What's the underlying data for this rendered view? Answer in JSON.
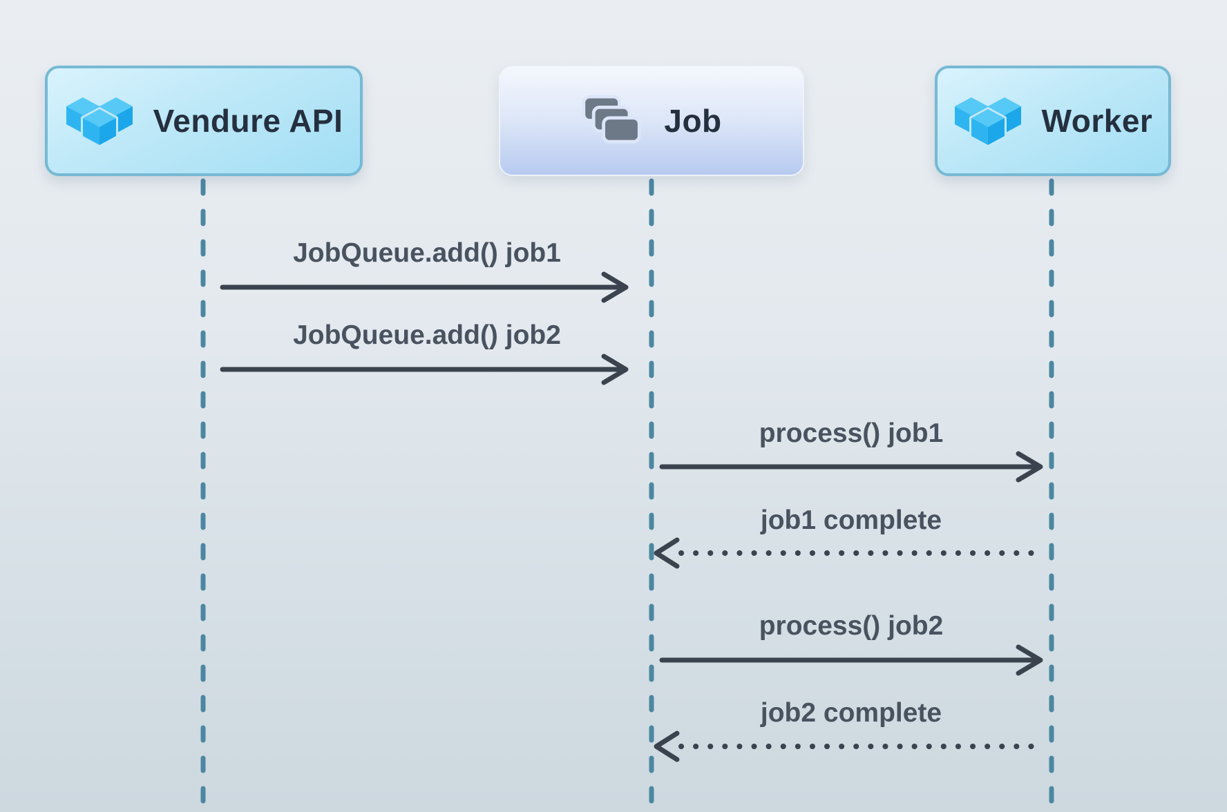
{
  "diagram": {
    "type": "sequence-diagram",
    "actors": [
      {
        "id": "vendure-api",
        "label": "Vendure API",
        "icon": "vendure-cubes-icon"
      },
      {
        "id": "job",
        "label": "Job",
        "icon": "stacked-cards-icon"
      },
      {
        "id": "worker",
        "label": "Worker",
        "icon": "vendure-cubes-icon"
      }
    ],
    "messages": [
      {
        "from": "Vendure API",
        "to": "Job",
        "label": "JobQueue.add() job1",
        "line": "solid"
      },
      {
        "from": "Vendure API",
        "to": "Job",
        "label": "JobQueue.add() job2",
        "line": "solid"
      },
      {
        "from": "Job",
        "to": "Worker",
        "label": "process() job1",
        "line": "solid"
      },
      {
        "from": "Worker",
        "to": "Job",
        "label": "job1 complete",
        "line": "dotted"
      },
      {
        "from": "Job",
        "to": "Worker",
        "label": "process() job2",
        "line": "solid"
      },
      {
        "from": "Worker",
        "to": "Job",
        "label": "job2 complete",
        "line": "dotted"
      }
    ],
    "colors": {
      "background_top": "#eaeef2",
      "background_bottom": "#cdd8df",
      "lifeline": "#4c87a1",
      "arrow": "#3a434e",
      "message_text": "#49525f",
      "actor_text": "#25303f",
      "actor_blue_fill": "#bde8f8",
      "actor_blue_border": "#76b9d4",
      "actor_job_fill": "#c9d8f3",
      "logo_blue": "#2eb5f1",
      "logo_blue_light": "#56c9f7",
      "logo_blue_dark": "#1ca7ea",
      "stack_icon_gray": "#6e7987"
    }
  }
}
